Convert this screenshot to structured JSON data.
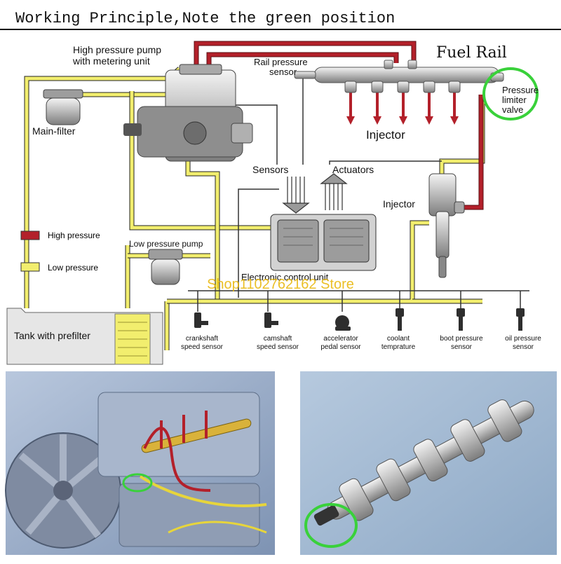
{
  "header": {
    "title": "Working Principle,Note the green position"
  },
  "diagram": {
    "fuel_rail": "Fuel Rail",
    "high_pressure_pump_line1": "High pressure pump",
    "high_pressure_pump_line2": "with metering unit",
    "rail_pressure_sensor_line1": "Rail pressure",
    "rail_pressure_sensor_line2": "sensor",
    "pressure_limiter_line1": "Pressure",
    "pressure_limiter_line2": "limiter",
    "pressure_limiter_line3": "valve",
    "injector_top": "Injector",
    "injector_right": "Injector",
    "main_filter": "Main-filter",
    "sensors": "Sensors",
    "actuators": "Actuators",
    "ecu": "Electronic control unit",
    "low_pressure_pump": "Low pressure pump",
    "tank": "Tank with prefilter",
    "legend": {
      "high": "High pressure",
      "low": "Low pressure"
    },
    "sensors_row": [
      {
        "line1": "crankshaft",
        "line2": "speed sensor"
      },
      {
        "line1": "camshaft",
        "line2": "speed sensor"
      },
      {
        "line1": "accelerator",
        "line2": "pedal sensor"
      },
      {
        "line1": "coolant",
        "line2": "temprature"
      },
      {
        "line1": "boot pressure",
        "line2": "sensor"
      },
      {
        "line1": "oil pressure",
        "line2": "sensor"
      }
    ]
  },
  "watermark": "Shop1102762162 Store",
  "colors": {
    "high": "#b3202a",
    "low": "#f2ee6e",
    "highlight": "#39d13a",
    "watermark": "#e8b400"
  }
}
